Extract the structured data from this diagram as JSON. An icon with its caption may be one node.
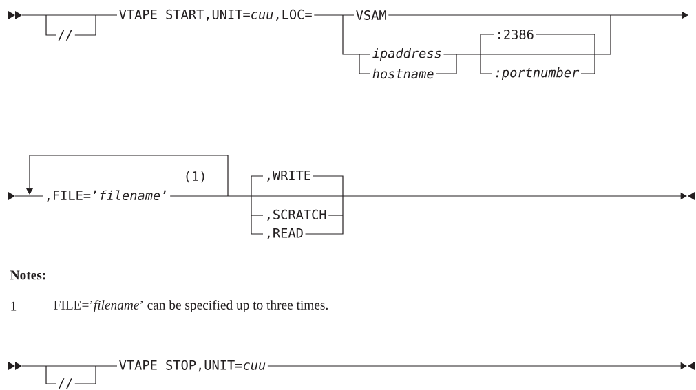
{
  "diagram": {
    "labels": [
      "//",
      "VTAPE START,UNIT=*cuu*,LOC=",
      "VSAM",
      ":2386",
      "*ipaddress*",
      "*hostname*",
      "*:portnumber*",
      ",FILE=’*filename*’",
      "(1)",
      ",WRITE",
      ",SCRATCH",
      ",READ",
      "Notes:",
      "1",
      "FILE=’*filename*’ can be specified up to three times.",
      "//",
      "VTAPE STOP,UNIT=*cuu*"
    ]
  }
}
